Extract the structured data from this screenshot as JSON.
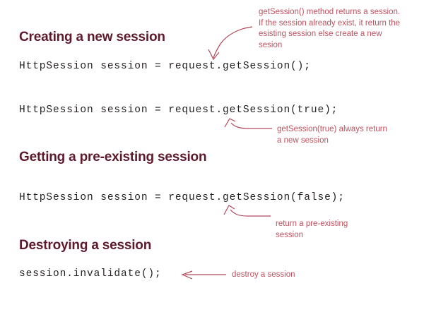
{
  "page": {
    "background_color": "#ffffff",
    "heading_color": "#5e1a2d",
    "code_color": "#231f20",
    "annotation_color": "#c0515f"
  },
  "sections": [
    {
      "heading": "Creating a new session",
      "code_lines": [
        "HttpSession session = request.getSession();",
        "HttpSession session = request.getSession(true);"
      ]
    },
    {
      "heading": "Getting a pre-existing session",
      "code_lines": [
        "HttpSession session = request.getSession(false);"
      ]
    },
    {
      "heading": "Destroying a session",
      "code_lines": [
        "session.invalidate();"
      ]
    }
  ],
  "annotations": [
    {
      "id": "getsession-no-arg",
      "text": "getSession() method returns a session.\nIf the session already exist, it return the\nesisting session else create a new\nsesion",
      "arrow": "curved-down-left"
    },
    {
      "id": "getsession-true",
      "text": "getSession(true) always return\na new session",
      "arrow": "curved-up-left"
    },
    {
      "id": "getsession-false",
      "text": "return a pre-existing\nsession",
      "arrow": "curved-up-left"
    },
    {
      "id": "invalidate",
      "text": "destroy a session",
      "arrow": "straight-left"
    }
  ]
}
